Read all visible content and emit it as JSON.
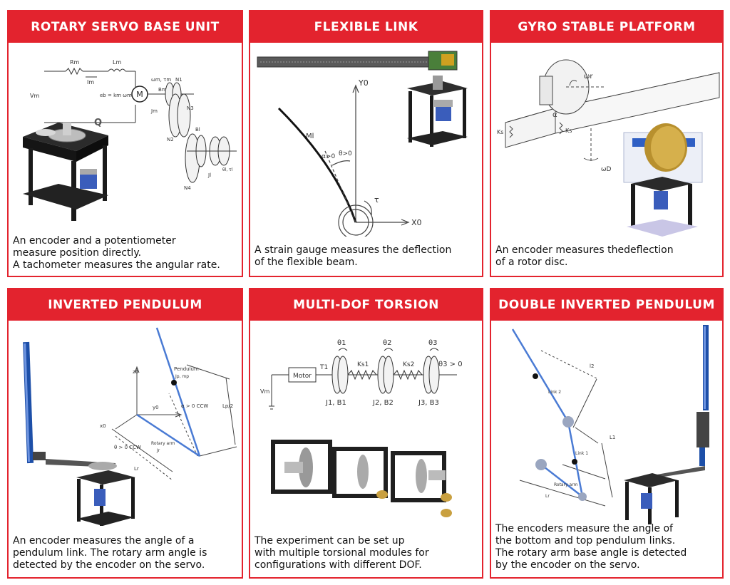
{
  "panels": [
    {
      "title": "ROTARY SERVO BASE UNIT",
      "desc": [
        "An encoder and a potentiometer",
        "measure position directly.",
        "A tachometer measures the angular rate."
      ]
    },
    {
      "title": "FLEXIBLE LINK",
      "desc": [
        "A strain gauge measures the deflection",
        "of the flexible beam."
      ]
    },
    {
      "title": "GYRO STABLE PLATFORM",
      "desc": [
        "An encoder measures thedeflection",
        "of a rotor disc."
      ]
    },
    {
      "title": "INVERTED PENDULUM",
      "desc": [
        "An encoder measures the angle of a",
        "pendulum link. The rotary arm angle is",
        "detected by the encoder on the servo."
      ]
    },
    {
      "title": "MULTI-DOF TORSION",
      "desc": [
        "The experiment can be set up",
        "with multiple torsional modules for",
        "configurations with different DOF."
      ]
    },
    {
      "title": "DOUBLE INVERTED PENDULUM",
      "desc": [
        "The encoders measure the angle of",
        "the bottom and top pendulum links.",
        "The rotary arm base angle is detected",
        "by the encoder on the servo."
      ]
    }
  ],
  "figure_labels": {
    "servo": {
      "rm": "Rm",
      "lm": "Lm",
      "im": "Im",
      "vm": "Vm",
      "m": "M",
      "em": "eb = km ωm",
      "bm": "Bm",
      "jm": "Jm",
      "n1": "N1",
      "n2": "N2",
      "n3": "N3",
      "n4": "N4",
      "bl": "Bl",
      "jl": "Jl",
      "tl": "θl, τl",
      "wm": "ωm, τm"
    },
    "flex": {
      "ya": "Y0",
      "xa": "X0",
      "ml": "Ml",
      "a": "α>0",
      "t": "θ>0",
      "tau": "τ"
    },
    "gyro": {
      "wr": "ωr",
      "a": "α",
      "wd": "ωD",
      "ks1": "Ks",
      "ks2": "Ks"
    },
    "pend": {
      "z0": "z0",
      "y0": "y0",
      "x0": "x0",
      "pend": "Pendulum",
      "jp": "Jp, mp",
      "alpha": "α > 0 CCW",
      "lp": "Lp/2",
      "theta": "θ > 0 CCW",
      "arm": "Rotary arm",
      "jr": "Jr",
      "lr": "Lr"
    },
    "tors": {
      "motor": "Motor",
      "vm": "Vm",
      "t1": "T1",
      "k1": "Ks1",
      "k2": "Ks2",
      "th1": "θ1",
      "th2": "θ2",
      "th3": "θ3",
      "th3b": "θ3 > 0",
      "j1": "J1, B1",
      "j2": "J2, B2",
      "j3": "J3, B3"
    },
    "dbl": {
      "link2": "Link 2",
      "link1": "Link 1",
      "arm": "Rotary arm",
      "l2": "l2",
      "l1": "L1",
      "lr": "Lr"
    }
  }
}
